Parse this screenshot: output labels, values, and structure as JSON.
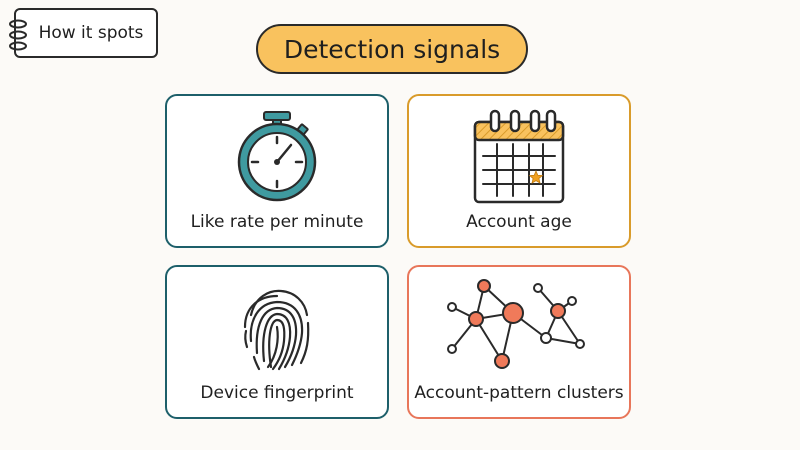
{
  "tab": {
    "label": "How it spots",
    "icon": "notebook-rings-icon"
  },
  "title": "Detection signals",
  "cards": [
    {
      "caption": "Like rate per minute",
      "icon": "stopwatch-icon",
      "border_color": "#1d5f6a"
    },
    {
      "caption": "Account age",
      "icon": "calendar-icon",
      "border_color": "#d99b2b"
    },
    {
      "caption": "Device fingerprint",
      "icon": "fingerprint-icon",
      "border_color": "#1d5f6a"
    },
    {
      "caption": "Account-pattern clusters",
      "icon": "network-graph-icon",
      "border_color": "#e8765a"
    }
  ],
  "colors": {
    "teal": "#3f9aa0",
    "gold": "#f9c25e",
    "coral": "#f07a5a",
    "ink": "#2a2a2a"
  }
}
